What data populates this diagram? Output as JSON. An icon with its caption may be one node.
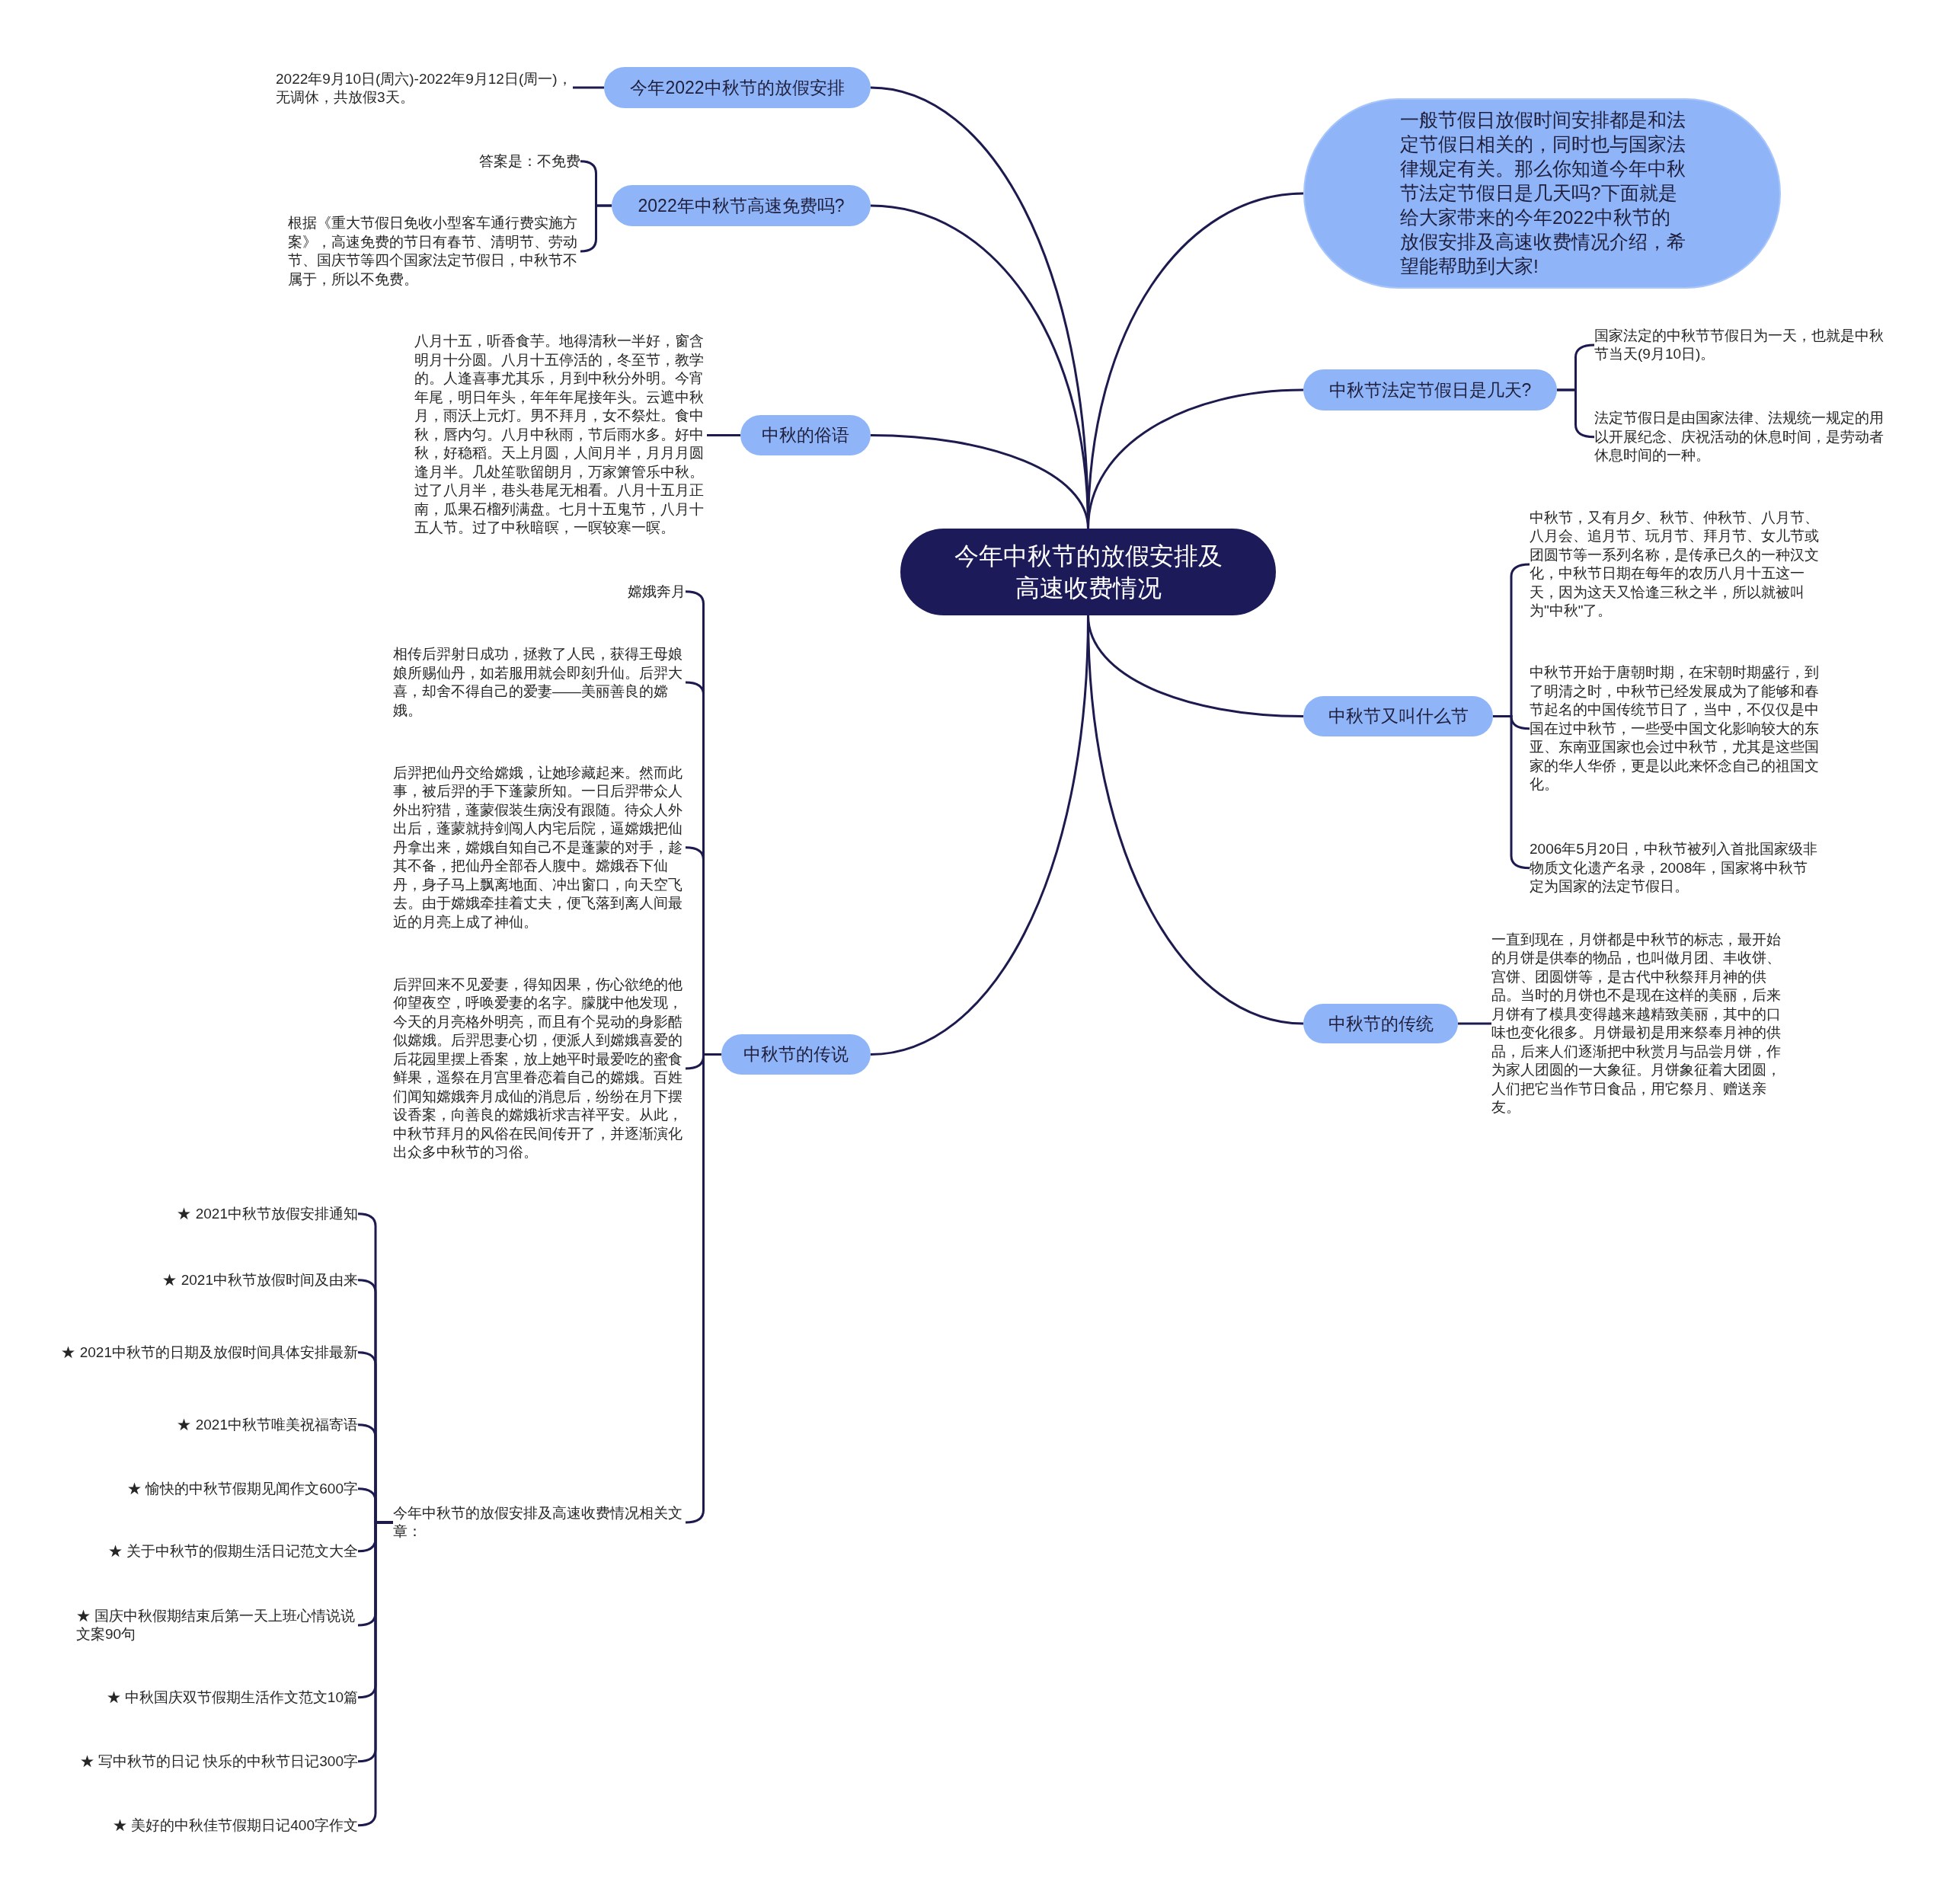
{
  "diagram": {
    "nodes": [
      {
        "text": [
          "今年中秋节的放假安排及高速收费情况"
        ]
      },
      {
        "text": [
          "今年2022中秋节的放假安排"
        ]
      },
      {
        "text": [
          "2022年9月10日(周六)-2022年9月12日(周一)，无调休，共放假3天。"
        ]
      },
      {
        "text": [
          "2022年中秋节高速免费吗?"
        ]
      },
      {
        "text": [
          "答案是：不免费"
        ]
      },
      {
        "text": [
          "根据《重大节假日免收小型客车通行费实施方案》，高速免费的节日有春节、清明节、劳动节、国庆节等四个国家法定节假日，中秋节不属于，所以不免费。"
        ]
      },
      {
        "text": [
          "中秋的俗语"
        ]
      },
      {
        "text": [
          "八月十五，听香食芋。地得清秋一半好，窗含明月十分圆。八月十五停活的，冬至节，教学的。人逢喜事尤其乐，月到中秋分外明。今宵年尾，明日年头，年年年尾接年头。云遮中秋月，雨沃上元灯。男不拜月，女不祭灶。食中秋，唇内匀。八月中秋雨，节后雨水多。好中秋，好稳稻。天上月圆，人间月半，月月月圆逢月半。几处笙歌留朗月，万家箫管乐中秋。过了八月半，巷头巷尾无相看。八月十五月正南，瓜果石榴列满盘。七月十五鬼节，八月十五人节。过了中秋暗暝，一暝较寒一暝。"
        ]
      },
      {
        "text": [
          "中秋节的传说"
        ]
      },
      {
        "text": [
          "嫦娥奔月"
        ]
      },
      {
        "text": [
          "相传后羿射日成功，拯救了人民，获得王母娘娘所赐仙丹，如若服用就会即刻升仙。后羿大喜，却舍不得自己的爱妻——美丽善良的嫦娥。"
        ]
      },
      {
        "text": [
          "后羿把仙丹交给嫦娥，让她珍藏起来。然而此事，被后羿的手下蓬蒙所知。一日后羿带众人外出狩猎，蓬蒙假装生病没有跟随。待众人外出后，蓬蒙就持剑闯人内宅后院，逼嫦娥把仙丹拿出来，嫦娥自知自己不是蓬蒙的对手，趁其不备，把仙丹全部吞人腹中。嫦娥吞下仙丹，身子马上飘离地面、冲出窗口，向天空飞去。由于嫦娥牵挂着丈夫，便飞落到离人间最近的月亮上成了神仙。"
        ]
      },
      {
        "text": [
          "后羿回来不见爱妻，得知因果，伤心欲绝的他仰望夜空，呼唤爱妻的名字。朦胧中他发现，今天的月亮格外明亮，而且有个晃动的身影酷似嫦娥。后羿思妻心切，便派人到嫦娥喜爱的后花园里摆上香案，放上她平时最爱吃的蜜食鲜果，遥祭在月宫里眷恋着自己的嫦娥。百姓们闻知嫦娥奔月成仙的消息后，纷纷在月下摆设香案，向善良的嫦娥祈求吉祥平安。从此，中秋节拜月的风俗在民间传开了，并逐渐演化出众多中秋节的习俗。"
        ]
      },
      {
        "text": [
          "今年中秋节的放假安排及高速收费情况相关文章："
        ]
      },
      {
        "text": [
          "★ 2021中秋节放假安排通知"
        ]
      },
      {
        "text": [
          "★ 2021中秋节放假时间及由来"
        ]
      },
      {
        "text": [
          "★ 2021中秋节的日期及放假时间具体安排最新"
        ]
      },
      {
        "text": [
          "★ 2021中秋节唯美祝福寄语"
        ]
      },
      {
        "text": [
          "★ 愉快的中秋节假期见闻作文600字"
        ]
      },
      {
        "text": [
          "★ 关于中秋节的假期生活日记范文大全"
        ]
      },
      {
        "text": [
          "★ 国庆中秋假期结束后第一天上班心情说说文案90句"
        ]
      },
      {
        "text": [
          "★ 中秋国庆双节假期生活作文范文10篇"
        ]
      },
      {
        "text": [
          "★ 写中秋节的日记 快乐的中秋节日记300字"
        ]
      },
      {
        "text": [
          "★ 美好的中秋佳节假期日记400字作文"
        ]
      },
      {
        "text": [
          "一般节假日放假时间安排都是和法定节假日相关的，同时也与国家法律规定有关。那么你知道今年中秋节法定节假日是几天吗?下面就是给大家带来的今年2022中秋节的放假安排及高速收费情况介绍，希望能帮助到大家!"
        ]
      },
      {
        "text": [
          "中秋节法定节假日是几天?"
        ]
      },
      {
        "text": [
          "国家法定的中秋节节假日为一天，也就是中秋节当天(9月10日)。"
        ]
      },
      {
        "text": [
          "法定节假日是由国家法律、法规统一规定的用以开展纪念、庆祝活动的休息时间，是劳动者休息时间的一种。"
        ]
      },
      {
        "text": [
          "中秋节又叫什么节"
        ]
      },
      {
        "text": [
          "中秋节，又有月夕、秋节、仲秋节、八月节、八月会、追月节、玩月节、拜月节、女儿节或团圆节等一系列名称，是传承已久的一种汉文化，中秋节日期在每年的农历八月十五这一天，因为这天又恰逢三秋之半，所以就被叫为\"中秋\"了。"
        ]
      },
      {
        "text": [
          "中秋节开始于唐朝时期，在宋朝时期盛行，到了明清之时，中秋节已经发展成为了能够和春节起名的中国传统节日了，当中，不仅仅是中国在过中秋节，一些受中国文化影响较大的东亚、东南亚国家也会过中秋节，尤其是这些国家的华人华侨，更是以此来怀念自己的祖国文化。"
        ]
      },
      {
        "text": [
          "2006年5月20日，中秋节被列入首批国家级非物质文化遗产名录，2008年，国家将中秋节定为国家的法定节假日。"
        ]
      },
      {
        "text": [
          "中秋节的传统"
        ]
      },
      {
        "text": [
          "一直到现在，月饼都是中秋节的标志，最开始的月饼是供奉的物品，也叫做月团、丰收饼、宫饼、团圆饼等，是古代中秋祭拜月神的供品。当时的月饼也不是现在这样的美丽，后来月饼有了模具变得越来越精致美丽，其中的口味也变化很多。月饼最初是用来祭奉月神的供品，后来人们逐渐把中秋赏月与品尝月饼，作为家人团圆的一大象征。月饼象征着大团圆，人们把它当作节日食品，用它祭月、赠送亲友。"
        ]
      }
    ],
    "edges": [
      {
        "from": 0,
        "to": 1,
        "arrow": "none"
      },
      {
        "from": 1,
        "to": 2,
        "arrow": "none"
      },
      {
        "from": 0,
        "to": 3,
        "arrow": "none"
      },
      {
        "from": 3,
        "to": 4,
        "arrow": "none"
      },
      {
        "from": 3,
        "to": 5,
        "arrow": "none"
      },
      {
        "from": 0,
        "to": 6,
        "arrow": "none"
      },
      {
        "from": 6,
        "to": 7,
        "arrow": "none"
      },
      {
        "from": 0,
        "to": 8,
        "arrow": "none"
      },
      {
        "from": 8,
        "to": 9,
        "arrow": "none"
      },
      {
        "from": 8,
        "to": 10,
        "arrow": "none"
      },
      {
        "from": 8,
        "to": 11,
        "arrow": "none"
      },
      {
        "from": 8,
        "to": 12,
        "arrow": "none"
      },
      {
        "from": 8,
        "to": 13,
        "arrow": "none"
      },
      {
        "from": 13,
        "to": 14,
        "arrow": "none"
      },
      {
        "from": 13,
        "to": 15,
        "arrow": "none"
      },
      {
        "from": 13,
        "to": 16,
        "arrow": "none"
      },
      {
        "from": 13,
        "to": 17,
        "arrow": "none"
      },
      {
        "from": 13,
        "to": 18,
        "arrow": "none"
      },
      {
        "from": 13,
        "to": 19,
        "arrow": "none"
      },
      {
        "from": 13,
        "to": 20,
        "arrow": "none"
      },
      {
        "from": 13,
        "to": 21,
        "arrow": "none"
      },
      {
        "from": 13,
        "to": 22,
        "arrow": "none"
      },
      {
        "from": 13,
        "to": 23,
        "arrow": "none"
      },
      {
        "from": 0,
        "to": 24,
        "arrow": "none"
      },
      {
        "from": 0,
        "to": 25,
        "arrow": "none"
      },
      {
        "from": 25,
        "to": 26,
        "arrow": "none"
      },
      {
        "from": 25,
        "to": 27,
        "arrow": "none"
      },
      {
        "from": 0,
        "to": 28,
        "arrow": "none"
      },
      {
        "from": 28,
        "to": 29,
        "arrow": "none"
      },
      {
        "from": 28,
        "to": 30,
        "arrow": "none"
      },
      {
        "from": 28,
        "to": 31,
        "arrow": "none"
      },
      {
        "from": 0,
        "to": 32,
        "arrow": "none"
      },
      {
        "from": 32,
        "to": 33,
        "arrow": "none"
      }
    ]
  }
}
